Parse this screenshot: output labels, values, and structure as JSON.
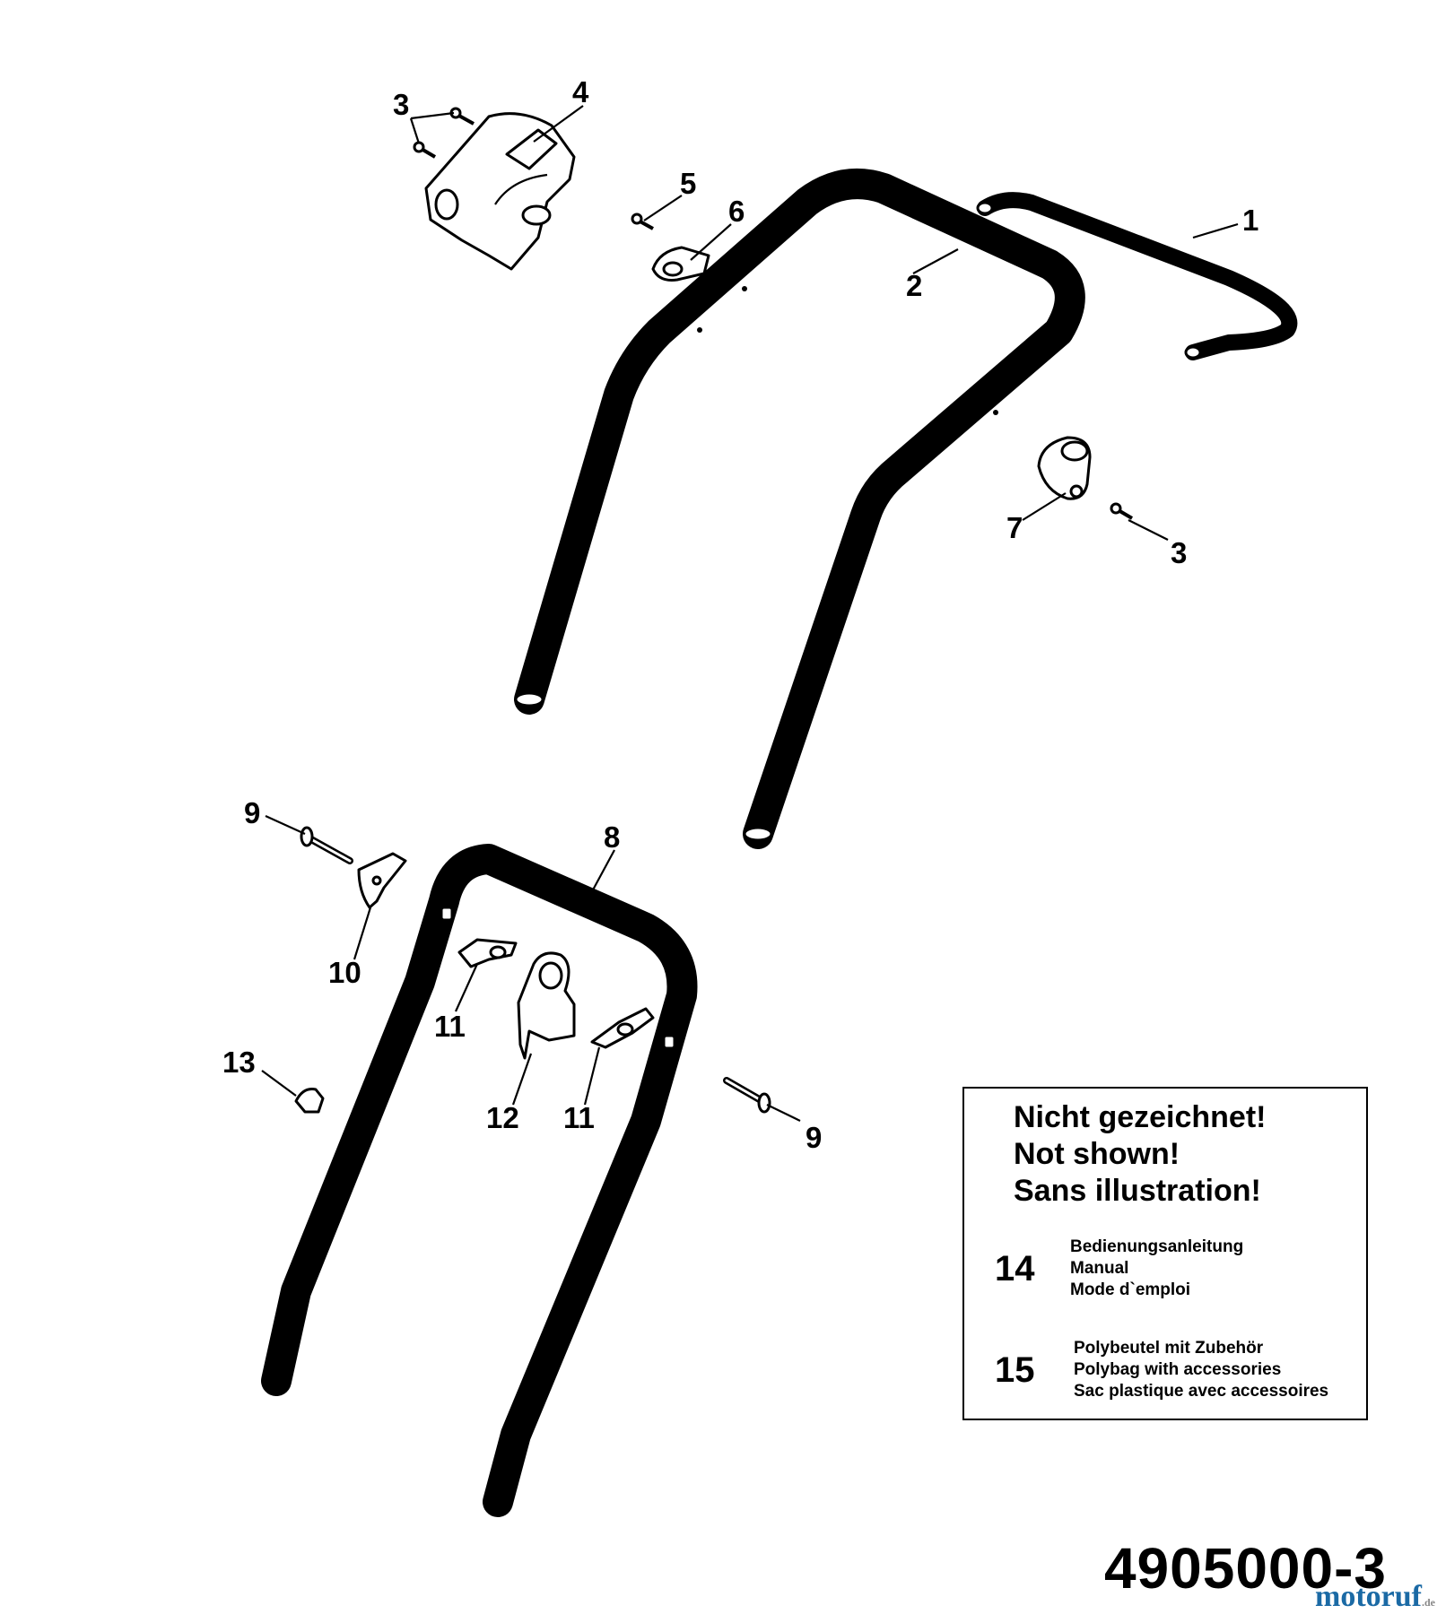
{
  "callouts": {
    "c1": "1",
    "c2": "2",
    "c3a": "3",
    "c3b": "3",
    "c4": "4",
    "c5": "5",
    "c6": "6",
    "c7": "7",
    "c8": "8",
    "c9a": "9",
    "c9b": "9",
    "c10": "10",
    "c11a": "11",
    "c11b": "11",
    "c12": "12",
    "c13": "13"
  },
  "note": {
    "heading": [
      "Nicht gezeichnet!",
      "Not shown!",
      "Sans illustration!"
    ],
    "items": [
      {
        "number": "14",
        "lines": [
          "Bedienungsanleitung",
          "Manual",
          "Mode d`emploi"
        ]
      },
      {
        "number": "15",
        "lines": [
          "Polybeutel mit Zubehör",
          "Polybag with accessories",
          "Sac plastique avec accessoires"
        ]
      }
    ]
  },
  "drawing_number": "4905000-3",
  "watermark": {
    "brand": "motoruf",
    "tld": ".de"
  }
}
